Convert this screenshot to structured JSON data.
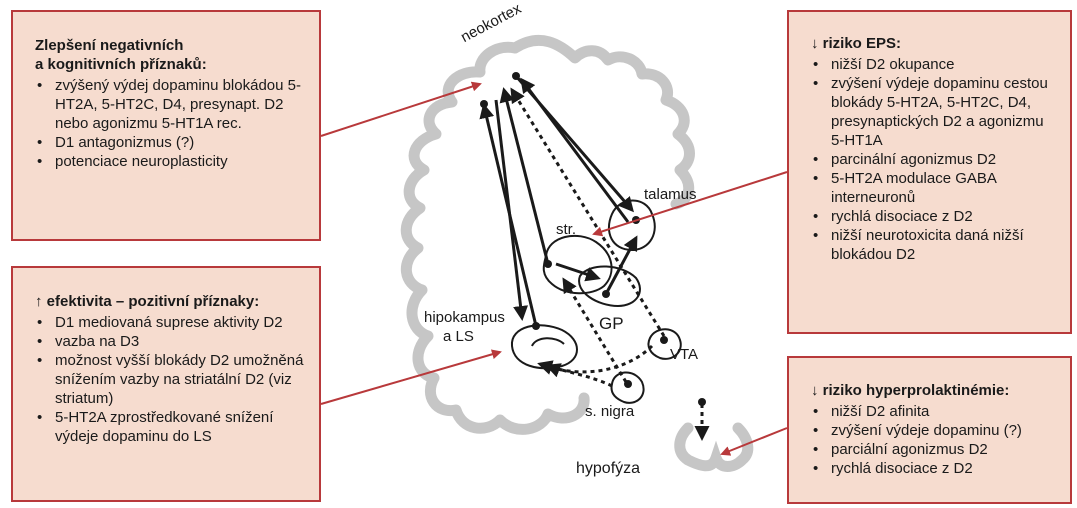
{
  "box_top_left": {
    "title_line1": "Zlepšení negativních",
    "title_line2": "a kognitivních příznaků:",
    "items": [
      "zvýšený výdej dopaminu blokádou 5-HT2A, 5-HT2C, D4, presynapt. D2 nebo agonizmu 5-HT1A rec.",
      "D1 antagonizmus (?)",
      "potenciace neuroplasticity"
    ]
  },
  "box_bottom_left": {
    "arrow": "↑",
    "title": "efektivita – pozitivní příznaky:",
    "items": [
      "D1 mediovaná suprese aktivity D2",
      "vazba na D3",
      "možnost vyšší blokády D2 umožněná snížením vazby na striatální D2 (viz striatum)",
      "5-HT2A zprostředkované snížení výdeje dopaminu do LS"
    ]
  },
  "box_top_right": {
    "arrow": "↓",
    "title": "riziko EPS:",
    "items": [
      "nižší D2 okupance",
      "zvýšení výdeje dopaminu cestou blokády 5-HT2A, 5-HT2C, D4, presynaptických D2 a agonizmu 5-HT1A",
      "parcinální agonizmus D2",
      "5-HT2A modulace GABA interneuronů",
      "rychlá disociace z D2",
      "nižší neurotoxicita daná nižší blokádou D2"
    ]
  },
  "box_bottom_right": {
    "arrow": "↓",
    "title": "riziko hyperprolaktinémie:",
    "items": [
      "nižší D2 afinita",
      "zvýšení výdeje dopaminu (?)",
      "parciální agonizmus D2",
      "rychlá disociace z D2"
    ]
  },
  "labels": {
    "neokortex": "neokortex",
    "talamus": "talamus",
    "striatum": "str.",
    "gp": "GP",
    "hipokampus_line1": "hipokampus",
    "hipokampus_line2": "a LS",
    "vta": "VTA",
    "substantia_nigra": "s. nigra",
    "hypofyza": "hypofýza"
  },
  "colors": {
    "box_fill": "#f6dccf",
    "box_border": "#b8393b",
    "callout_arrow": "#b8393b",
    "brain_outline": "#c6c6c6",
    "pathway": "#1a1a1a"
  }
}
